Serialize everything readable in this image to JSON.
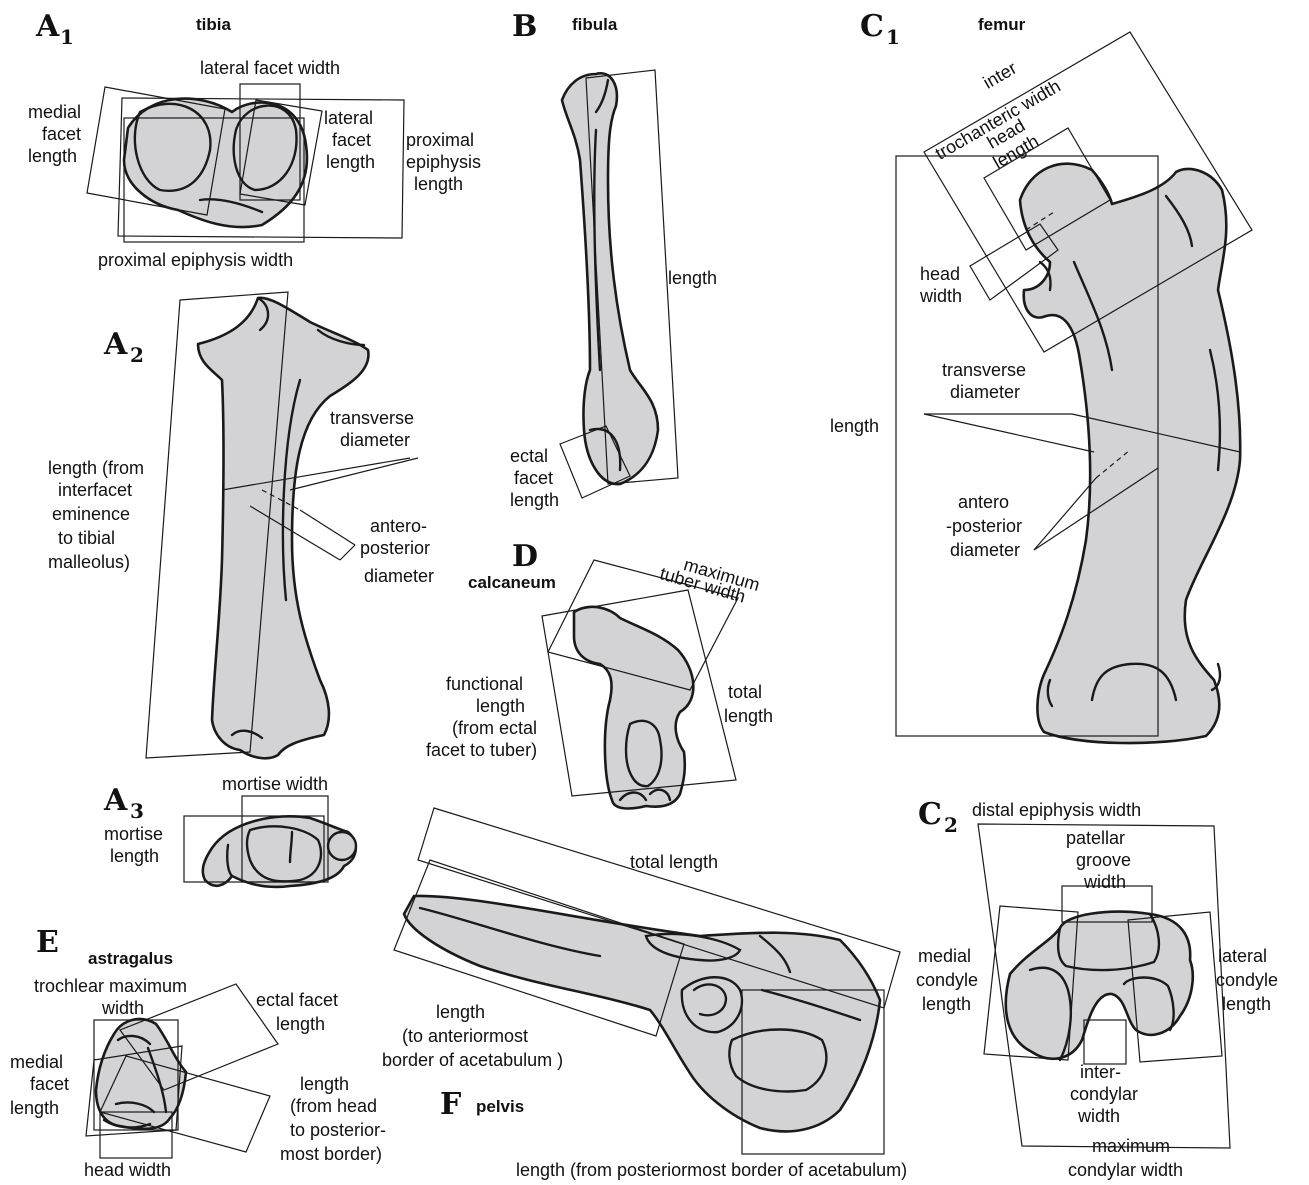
{
  "colors": {
    "bone_fill": "#d3d3d5",
    "stroke": "#1a1a1a",
    "background": "#ffffff"
  },
  "panels": {
    "A1": {
      "letter": "A",
      "sub": "1",
      "name": "tibia"
    },
    "A2": {
      "letter": "A",
      "sub": "2"
    },
    "A3": {
      "letter": "A",
      "sub": "3"
    },
    "B": {
      "letter": "B",
      "name": "fibula"
    },
    "C1": {
      "letter": "C",
      "sub": "1",
      "name": "femur"
    },
    "C2": {
      "letter": "C",
      "sub": "2"
    },
    "D": {
      "letter": "D",
      "name": "calcaneum"
    },
    "E": {
      "letter": "E",
      "name": "astragalus"
    },
    "F": {
      "letter": "F",
      "name": "pelvis"
    }
  },
  "labels": {
    "a1_lateral_facet_width": "lateral facet width",
    "a1_medial_facet_length": [
      "medial",
      "facet",
      "length"
    ],
    "a1_lateral_facet_length": [
      "lateral",
      "facet",
      "length"
    ],
    "a1_proximal_epiphysis_length": [
      "proximal",
      "epiphysis",
      "length"
    ],
    "a1_proximal_epiphysis_width": "proximal epiphysis width",
    "a2_transverse_diameter": [
      "transverse",
      "diameter"
    ],
    "a2_antero_posterior_diameter": [
      "antero-",
      "posterior",
      "diameter"
    ],
    "a2_length": [
      "length (from",
      "interfacet",
      "eminence",
      "to tibial",
      "malleolus)"
    ],
    "a3_mortise_width": "mortise width",
    "a3_mortise_length": [
      "mortise",
      "length"
    ],
    "b_length": "length",
    "b_ectal_facet_length": [
      "ectal",
      "facet",
      "length"
    ],
    "c1_inter_trochanteric_width": [
      "inter",
      "trochanteric width"
    ],
    "c1_head_length": [
      "head",
      "length"
    ],
    "c1_head_width": [
      "head",
      "width"
    ],
    "c1_transverse_diameter": [
      "transverse",
      "diameter"
    ],
    "c1_length": "length",
    "c1_antero_posterior_diameter": [
      "antero",
      "-posterior",
      "diameter"
    ],
    "c2_distal_epiphysis_width": "distal epiphysis width",
    "c2_patellar_groove_width": [
      "patellar",
      "groove",
      "width"
    ],
    "c2_medial_condyle_length": [
      "medial",
      "condyle",
      "length"
    ],
    "c2_lateral_condyle_length": [
      "lateral",
      "condyle",
      "length"
    ],
    "c2_intercondylar_width": [
      "inter-",
      "condylar",
      "width"
    ],
    "c2_maximum_condylar_width": [
      "maximum",
      "condylar width"
    ],
    "d_maximum_tuber_width": [
      "maximum",
      "tuber width"
    ],
    "d_functional_length": [
      "functional",
      "length",
      "(from ectal",
      "facet to tuber)"
    ],
    "d_total_length": [
      "total",
      "length"
    ],
    "e_trochlear_maximum_width": [
      "trochlear maximum",
      "width"
    ],
    "e_ectal_facet_length": [
      "ectal facet",
      "length"
    ],
    "e_medial_facet_length": [
      "medial",
      "facet",
      "length"
    ],
    "e_length": [
      "length",
      "(from head",
      "to posterior-",
      "most border)"
    ],
    "e_head_width": "head width",
    "f_total_length": "total length",
    "f_length_anterior": [
      "length",
      "(to anteriormost",
      "border of acetabulum )"
    ],
    "f_length_posterior": "length (from posteriormost border of acetabulum)"
  }
}
